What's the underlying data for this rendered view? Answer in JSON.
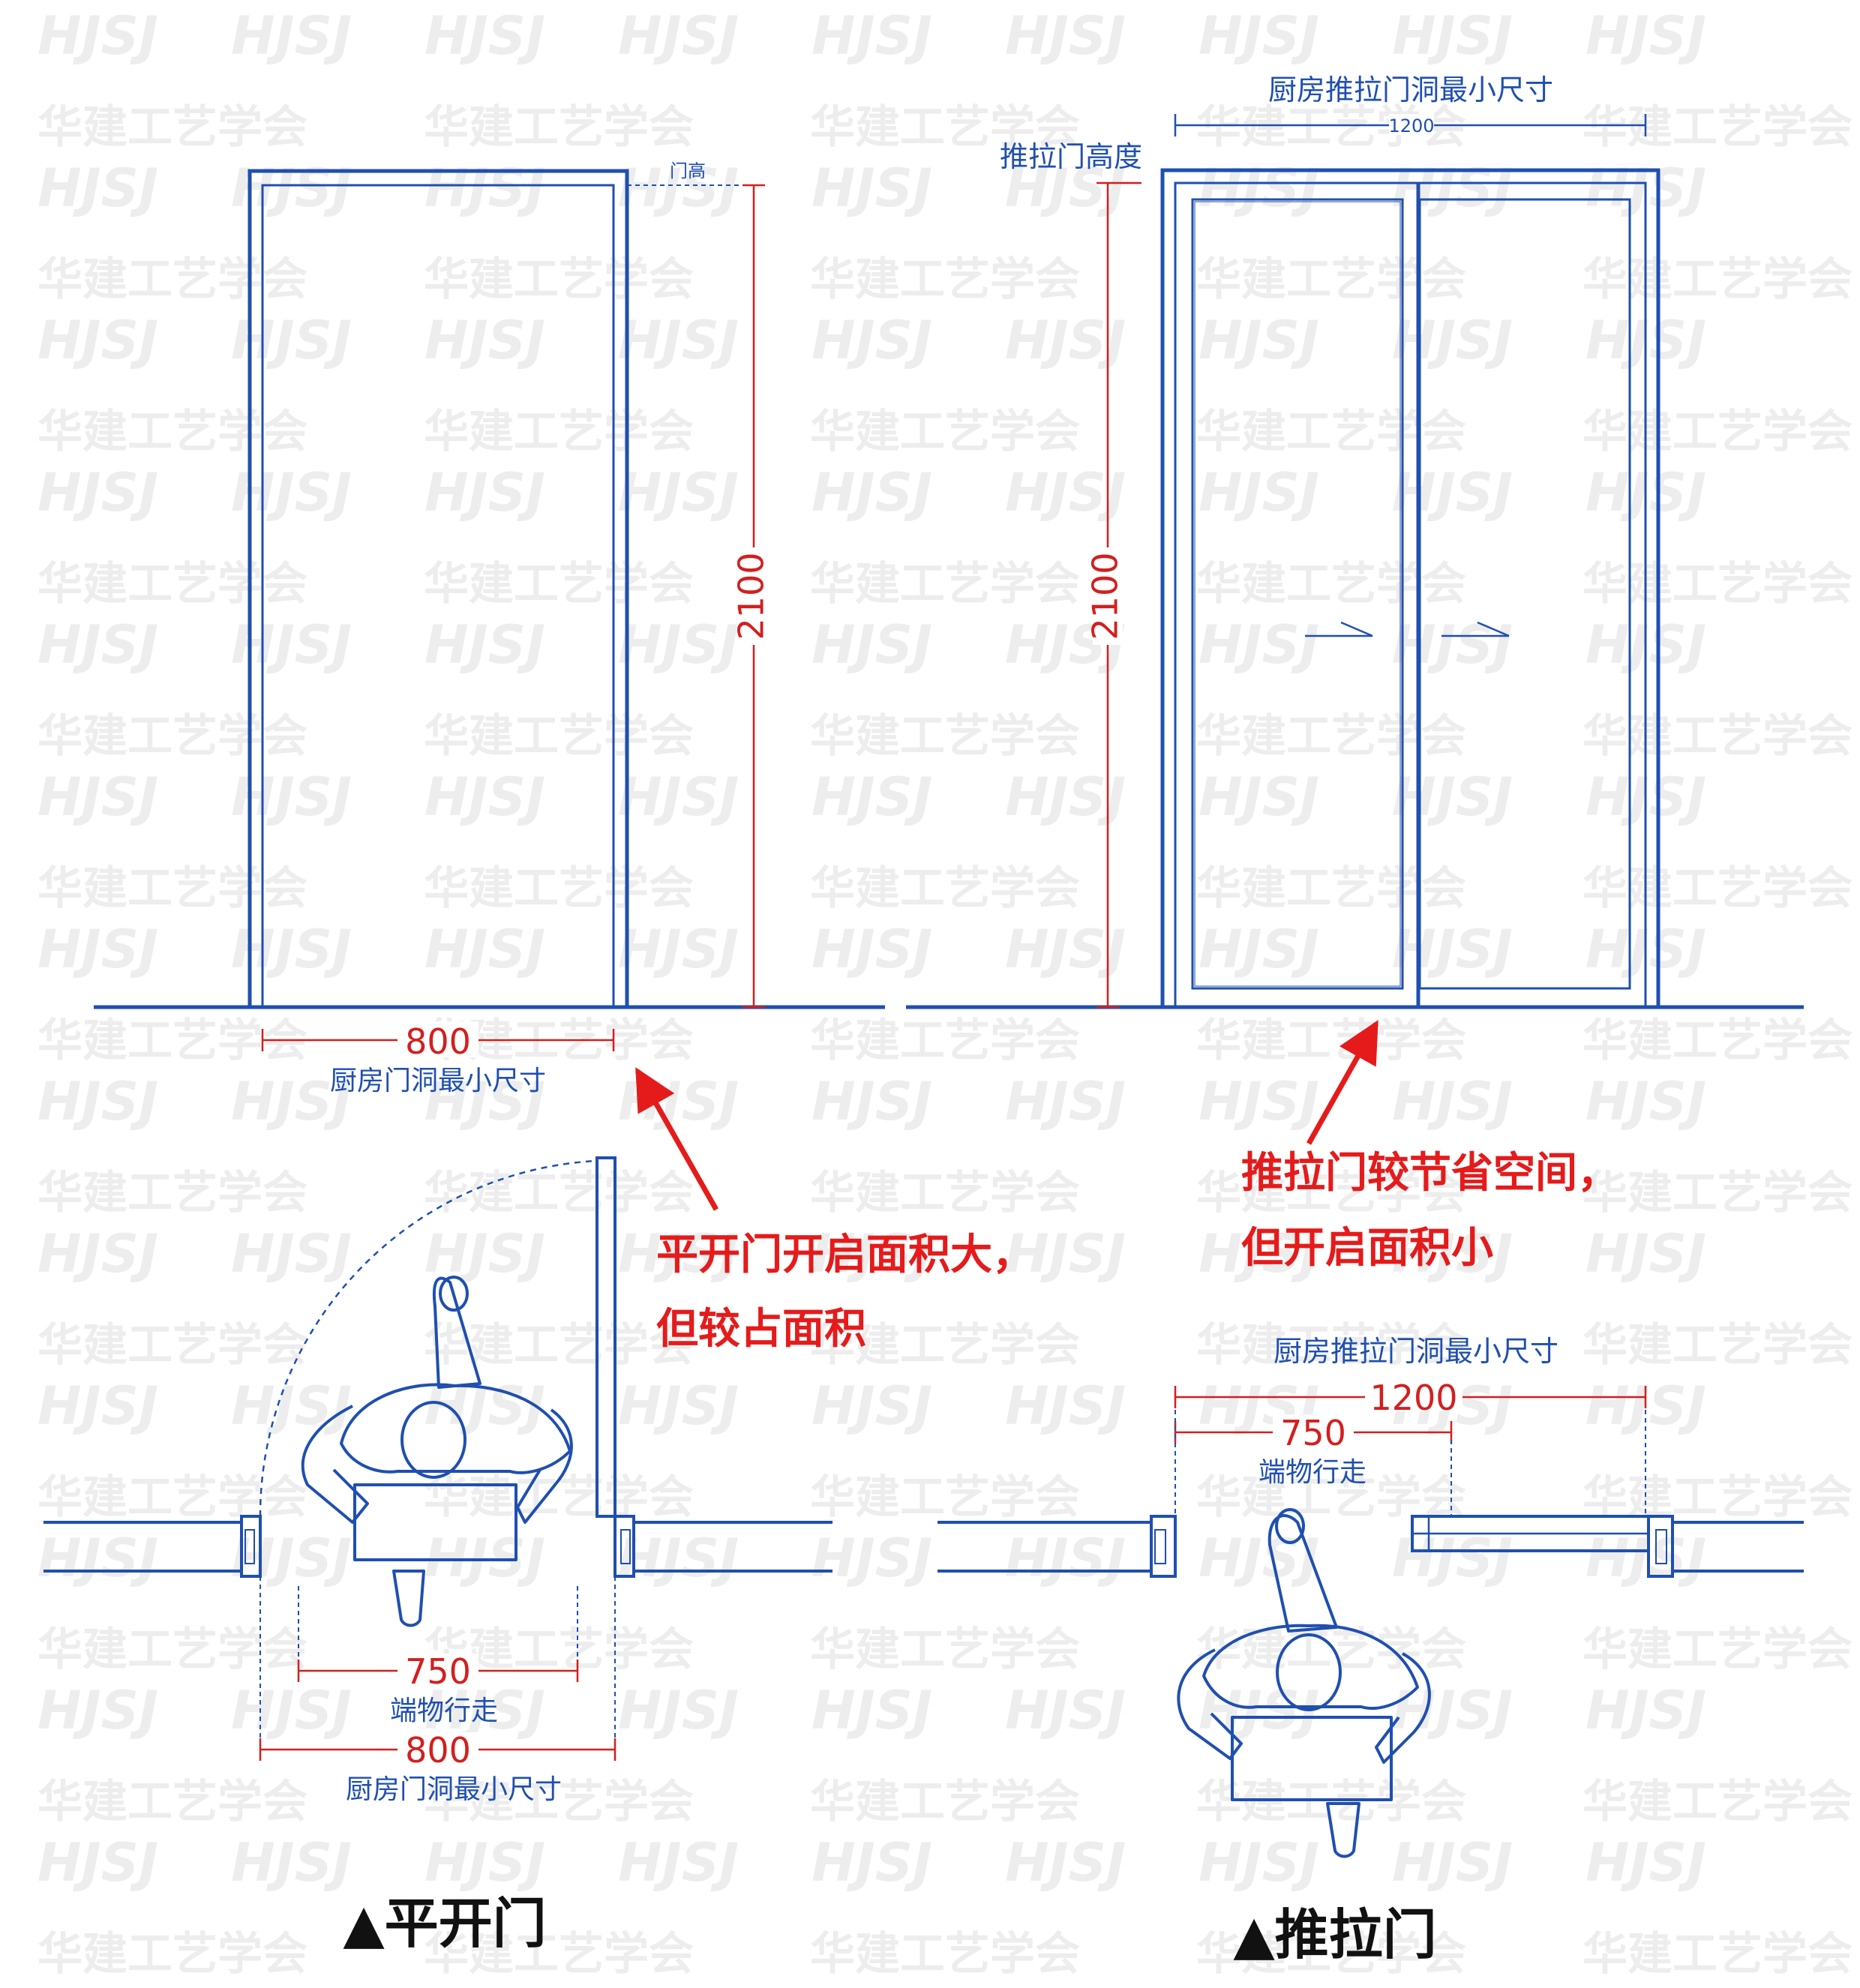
{
  "watermark": {
    "latin": "HJSJ",
    "cjk": "华建工艺学会"
  },
  "colors": {
    "line": "#1f4fb0",
    "dimension": "#d31f1f",
    "annotation": "#e51b1b",
    "caption": "#111111",
    "watermark": "#ededed",
    "label": "#1f4fb0"
  },
  "left_elevation": {
    "door_height_label": "门高",
    "height_dim": "2100",
    "width_dim": "800",
    "width_caption": "厨房门洞最小尺寸"
  },
  "right_elevation": {
    "top_caption": "厨房推拉门洞最小尺寸",
    "top_dim": "1200",
    "height_label": "推拉门高度",
    "height_dim": "2100"
  },
  "annotations": {
    "swing": {
      "line1": "平开门开启面积大，",
      "line2": "但较占面积"
    },
    "sliding": {
      "line1": "推拉门较节省空间，",
      "line2": "但开启面积小"
    }
  },
  "left_plan": {
    "walk_dim": "750",
    "walk_caption": "端物行走",
    "width_dim": "800",
    "width_caption": "厨房门洞最小尺寸"
  },
  "right_plan": {
    "top_caption": "厨房推拉门洞最小尺寸",
    "total_dim": "1200",
    "walk_dim": "750",
    "walk_caption": "端物行走"
  },
  "captions": {
    "swing": "▲平开门",
    "sliding": "▲推拉门"
  }
}
